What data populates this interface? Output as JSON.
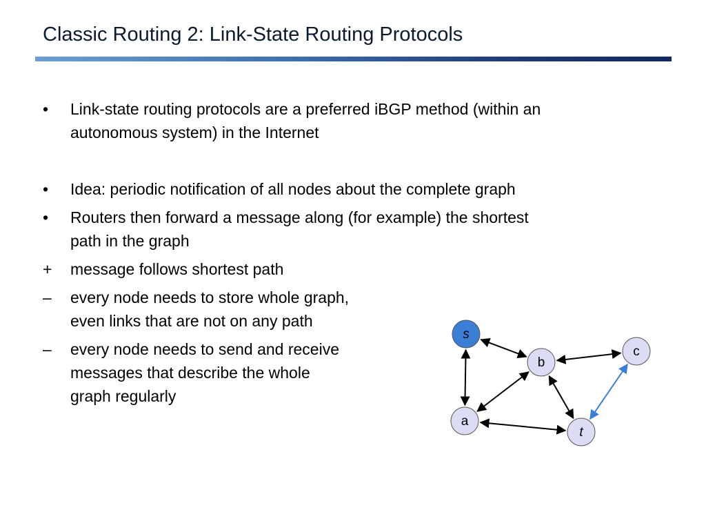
{
  "slide": {
    "title": "Classic Routing 2: Link-State Routing Protocols"
  },
  "bullets": [
    {
      "marker": "•",
      "lines": [
        "Link-state routing protocols are a preferred iBGP method (within an",
        "autonomous system) in the Internet"
      ]
    },
    {
      "marker": "•",
      "lines": [
        "Idea: periodic notification of all nodes about the complete graph"
      ]
    },
    {
      "marker": "•",
      "lines": [
        "Routers then forward a message along (for example) the shortest",
        "path in the graph"
      ]
    },
    {
      "marker": "+",
      "lines": [
        "message follows shortest path"
      ]
    },
    {
      "marker": "–",
      "lines": [
        "every node needs to store whole graph,",
        "even links that are not on any path"
      ]
    },
    {
      "marker": "–",
      "lines": [
        "every node needs to send and receive",
        "messages that describe the whole",
        "graph regularly"
      ]
    }
  ],
  "graph": {
    "nodes": [
      {
        "id": "s",
        "label": "s",
        "italic": true,
        "highlighted": true
      },
      {
        "id": "b",
        "label": "b",
        "italic": false,
        "highlighted": false
      },
      {
        "id": "c",
        "label": "c",
        "italic": false,
        "highlighted": false
      },
      {
        "id": "a",
        "label": "a",
        "italic": false,
        "highlighted": false
      },
      {
        "id": "t",
        "label": "t",
        "italic": true,
        "highlighted": false
      }
    ],
    "edges": [
      {
        "from": "s",
        "to": "b",
        "color": "#000000"
      },
      {
        "from": "s",
        "to": "a",
        "color": "#000000"
      },
      {
        "from": "b",
        "to": "c",
        "color": "#000000"
      },
      {
        "from": "b",
        "to": "a",
        "color": "#000000"
      },
      {
        "from": "b",
        "to": "t",
        "color": "#000000"
      },
      {
        "from": "a",
        "to": "t",
        "color": "#000000"
      },
      {
        "from": "c",
        "to": "t",
        "color": "#3a7fd5"
      }
    ],
    "colors": {
      "node_fill": "#dcdcf5",
      "node_highlight_fill": "#3a7fd5",
      "node_stroke": "#555555"
    }
  }
}
